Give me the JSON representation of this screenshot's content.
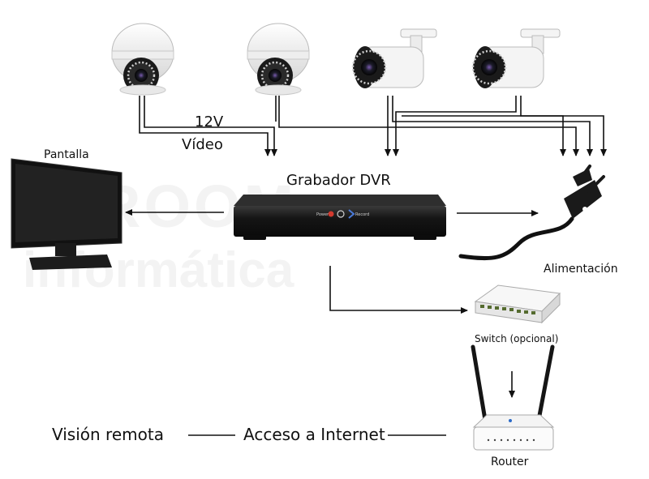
{
  "labels": {
    "volt": "12V",
    "video": "Vídeo",
    "screen": "Pantalla",
    "dvr": "Grabador DVR",
    "power": "Alimentación",
    "switch": "Switch (opcional)",
    "router": "Router",
    "remote": "Visión remota",
    "internet": "Acceso a Internet"
  },
  "dvr_panel": {
    "power": "Power",
    "record": "Record"
  },
  "watermark": {
    "top": "ROOM",
    "bottom": "informática"
  },
  "devices": [
    "dome-camera",
    "dome-camera",
    "bullet-camera",
    "bullet-camera",
    "monitor",
    "dvr-recorder",
    "power-plug",
    "network-switch",
    "wifi-router"
  ],
  "colors": {
    "line": "#111111",
    "device_body": "#f2f2f2",
    "dvr_body": "#1a1a1a",
    "monitor_screen": "#222222",
    "plug": "#1a1a1a"
  }
}
